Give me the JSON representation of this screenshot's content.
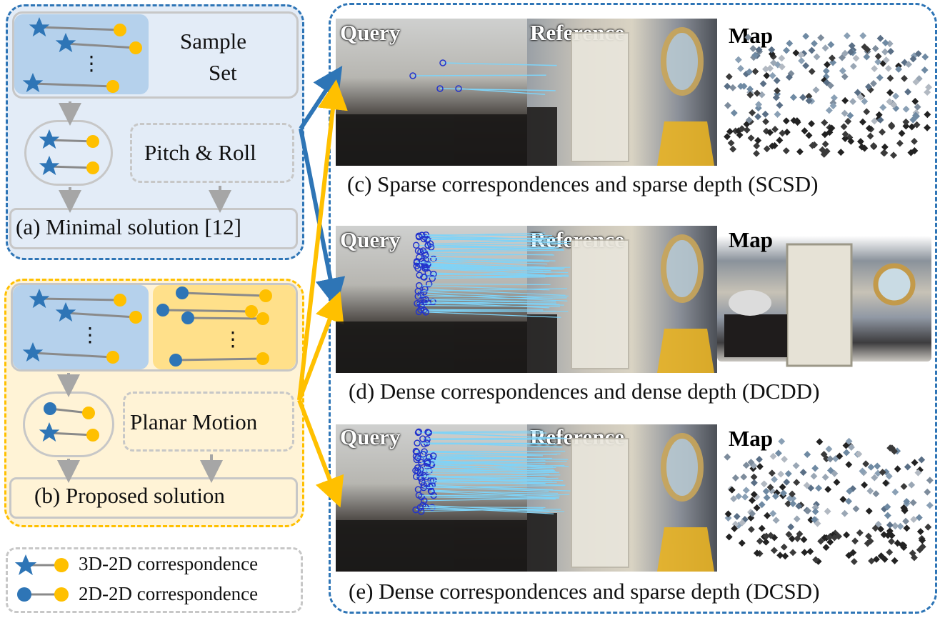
{
  "panel_a": {
    "sample_set_line1": "Sample",
    "sample_set_line2": "Set",
    "prior": "Pitch & Roll",
    "caption": "(a) Minimal solution [12]",
    "ellipsis": "⋮"
  },
  "panel_b": {
    "prior": "Planar Motion",
    "caption": "(b) Proposed solution",
    "ellipsis": "⋮"
  },
  "legend": {
    "item_3d2d": "3D-2D correspondence",
    "item_2d2d": "2D-2D correspondence"
  },
  "rows": [
    {
      "query": "Query",
      "reference": "Reference",
      "map": "Map",
      "caption": "(c) Sparse correspondences and sparse depth (SCSD)"
    },
    {
      "query": "Query",
      "reference": "Reference",
      "map": "Map",
      "caption": "(d) Dense correspondences and dense depth (DCDD)"
    },
    {
      "query": "Query",
      "reference": "Reference",
      "map": "Map",
      "caption": "(e) Dense correspondences and sparse depth (DCSD)"
    }
  ],
  "colors": {
    "blue": "#2e75b6",
    "yellow": "#ffc000",
    "gray": "#a6a6a6",
    "blue_fill": "#e3ecf7",
    "yellow_fill": "#fff3d6",
    "sample_blue": "#b5d1ec",
    "sample_yellow": "#ffe08a"
  }
}
